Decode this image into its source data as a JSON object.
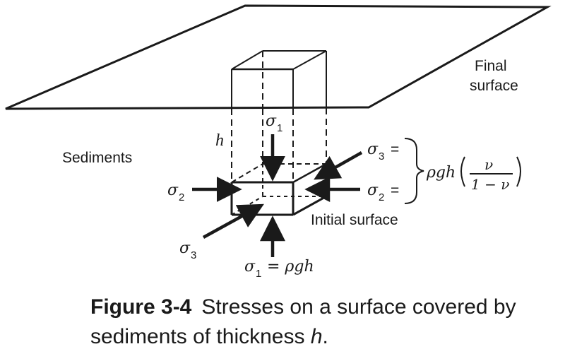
{
  "labels": {
    "final_surface_line1": "Final",
    "final_surface_line2": "surface",
    "sediments": "Sediments",
    "initial_surface": "Initial surface",
    "h": "h",
    "sigma1_top": "σ",
    "sigma1_top_sub": "1",
    "sigma1_bottom": "σ",
    "sigma1_bottom_sub": "1",
    "sigma1_bottom_eq": "= ρgh",
    "sigma2_left": "σ",
    "sigma2_left_sub": "2",
    "sigma2_right": "σ",
    "sigma2_right_sub": "2",
    "sigma2_right_eq": "=",
    "sigma3_upper": "σ",
    "sigma3_upper_sub": "3",
    "sigma3_upper_eq": "=",
    "sigma3_lower": "σ",
    "sigma3_lower_sub": "3",
    "formula_prefix": "ρgh",
    "formula_num": "ν",
    "formula_den": "1 − ν"
  },
  "caption": {
    "figure_label": "Figure 3-4",
    "text_before_var": "Stresses on a surface covered by sediments of thickness ",
    "variable": "h",
    "text_after_var": "."
  }
}
